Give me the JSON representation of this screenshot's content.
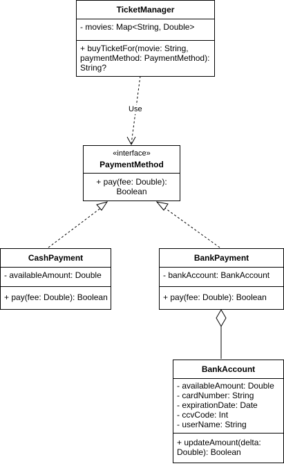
{
  "classes": {
    "ticket_manager": {
      "name": "TicketManager",
      "attributes": [
        "- movies: Map<String, Double>"
      ],
      "operations": [
        "+ buyTicketFor(movie: String,",
        "paymentMethod: PaymentMethod):",
        "String?"
      ]
    },
    "payment_method": {
      "stereotype": "«interface»",
      "name": "PaymentMethod",
      "operations": [
        "+ pay(fee: Double):",
        "Boolean"
      ]
    },
    "cash_payment": {
      "name": "CashPayment",
      "attributes": [
        "- availableAmount: Double"
      ],
      "operations": [
        "+ pay(fee: Double): Boolean"
      ]
    },
    "bank_payment": {
      "name": "BankPayment",
      "attributes": [
        "- bankAccount: BankAccount"
      ],
      "operations": [
        "+ pay(fee: Double): Boolean"
      ]
    },
    "bank_account": {
      "name": "BankAccount",
      "attributes": [
        "- availableAmount: Double",
        "- cardNumber: String",
        "- expirationDate: Date",
        "- ccvCode: Int",
        "- userName: String"
      ],
      "operations": [
        "+ updateAmount(delta:",
        "Double): Boolean"
      ]
    }
  },
  "relationships": {
    "use_label": "Use"
  }
}
